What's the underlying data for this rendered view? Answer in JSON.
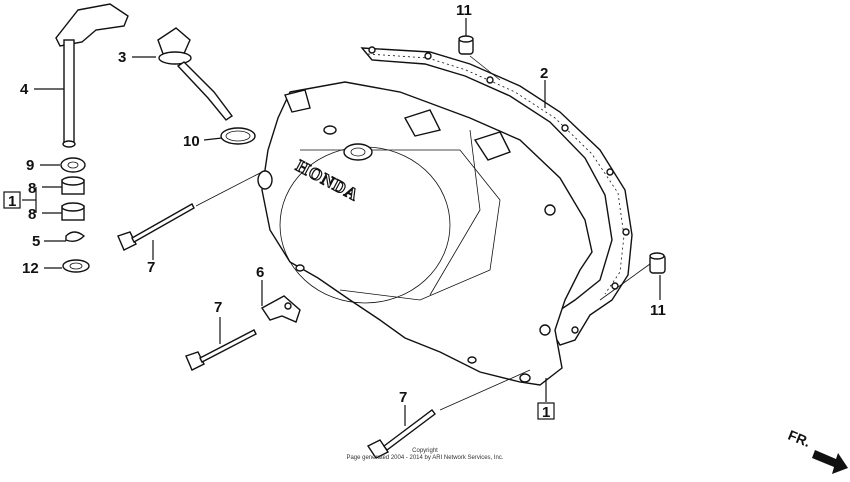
{
  "callouts": {
    "c11_top": "11",
    "c2": "2",
    "c3": "3",
    "c4": "4",
    "c10": "10",
    "c9": "9",
    "c8a": "8",
    "c8b": "8",
    "c1_left": "1",
    "c5": "5",
    "c12": "12",
    "c7_left": "7",
    "c6": "6",
    "c7_mid": "7",
    "c11_right": "11",
    "c1_bottom": "1",
    "c7_bottom": "7"
  },
  "emboss": "HONDA",
  "footer": {
    "line1": "Copyright",
    "line2": "Page generated 2004 - 2014 by ARI Network Services, Inc."
  },
  "direction_label": "FR."
}
